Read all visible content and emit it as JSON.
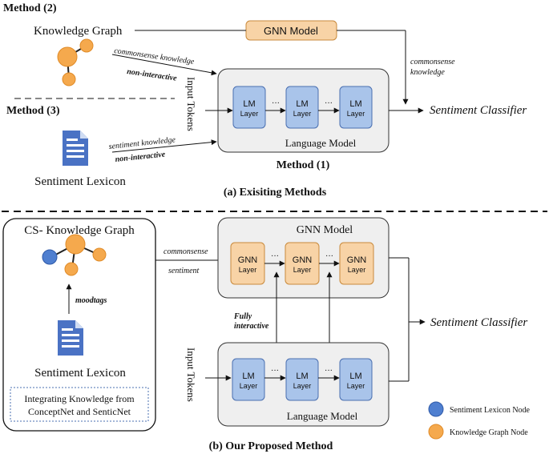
{
  "top": {
    "method2_label": "Method (2)",
    "method3_label": "Method (3)",
    "method1_label": "Method (1)",
    "knowledge_graph_label": "Knowledge Graph",
    "gnn_model_label": "GNN Model",
    "commonsense_knowledge_edge": "commonsense knowledge",
    "non_interactive_1": "non-interactive",
    "commonsense_right_1": "commonsense",
    "commonsense_right_2": "knowledge",
    "input_tokens": "Input Tokens",
    "lm_layer_top": "LM",
    "lm_layer_bottom": "Layer",
    "ellipsis": "···",
    "sentiment_classifier": "Sentiment Classifier",
    "language_model_label": "Language Model",
    "sentiment_knowledge_edge": "sentiment knowledge",
    "non_interactive_2": "non-interactive",
    "sentiment_lexicon_label": "Sentiment Lexicon",
    "caption": "(a) Exisiting Methods"
  },
  "bottom": {
    "cs_knowledge_graph": "CS- Knowledge Graph",
    "moodtags": "moodtags",
    "sentiment_lexicon_label": "Sentiment Lexicon",
    "integrating_line1": "Integrating Knowledge from",
    "integrating_line2": "ConceptNet and SenticNet",
    "commonsense_edge": "commonsense",
    "sentiment_edge": "sentiment",
    "gnn_model_label": "GNN Model",
    "gnn_layer_top": "GNN",
    "gnn_layer_bottom": "Layer",
    "lm_layer_top": "LM",
    "lm_layer_bottom": "Layer",
    "ellipsis": "···",
    "fully_interactive_1": "Fully",
    "fully_interactive_2": "interactive",
    "input_tokens": "Input Tokens",
    "language_model_label": "Language Model",
    "sentiment_classifier": "Sentiment Classifier",
    "caption": "(b) Our Proposed Method"
  },
  "legend": {
    "lexicon_node": "Sentiment Lexicon Node",
    "kg_node": "Knowledge Graph Node"
  },
  "colors": {
    "lm_fill": "#a9c4ea",
    "lm_stroke": "#4a6fb0",
    "gnn_fill": "#f8d3a6",
    "gnn_stroke": "#c98a3c",
    "panel_fill": "#efefef",
    "kg_node": "#f5a94d",
    "lexicon_node": "#4f7fd0",
    "doc_icon": "#4a72c4"
  }
}
